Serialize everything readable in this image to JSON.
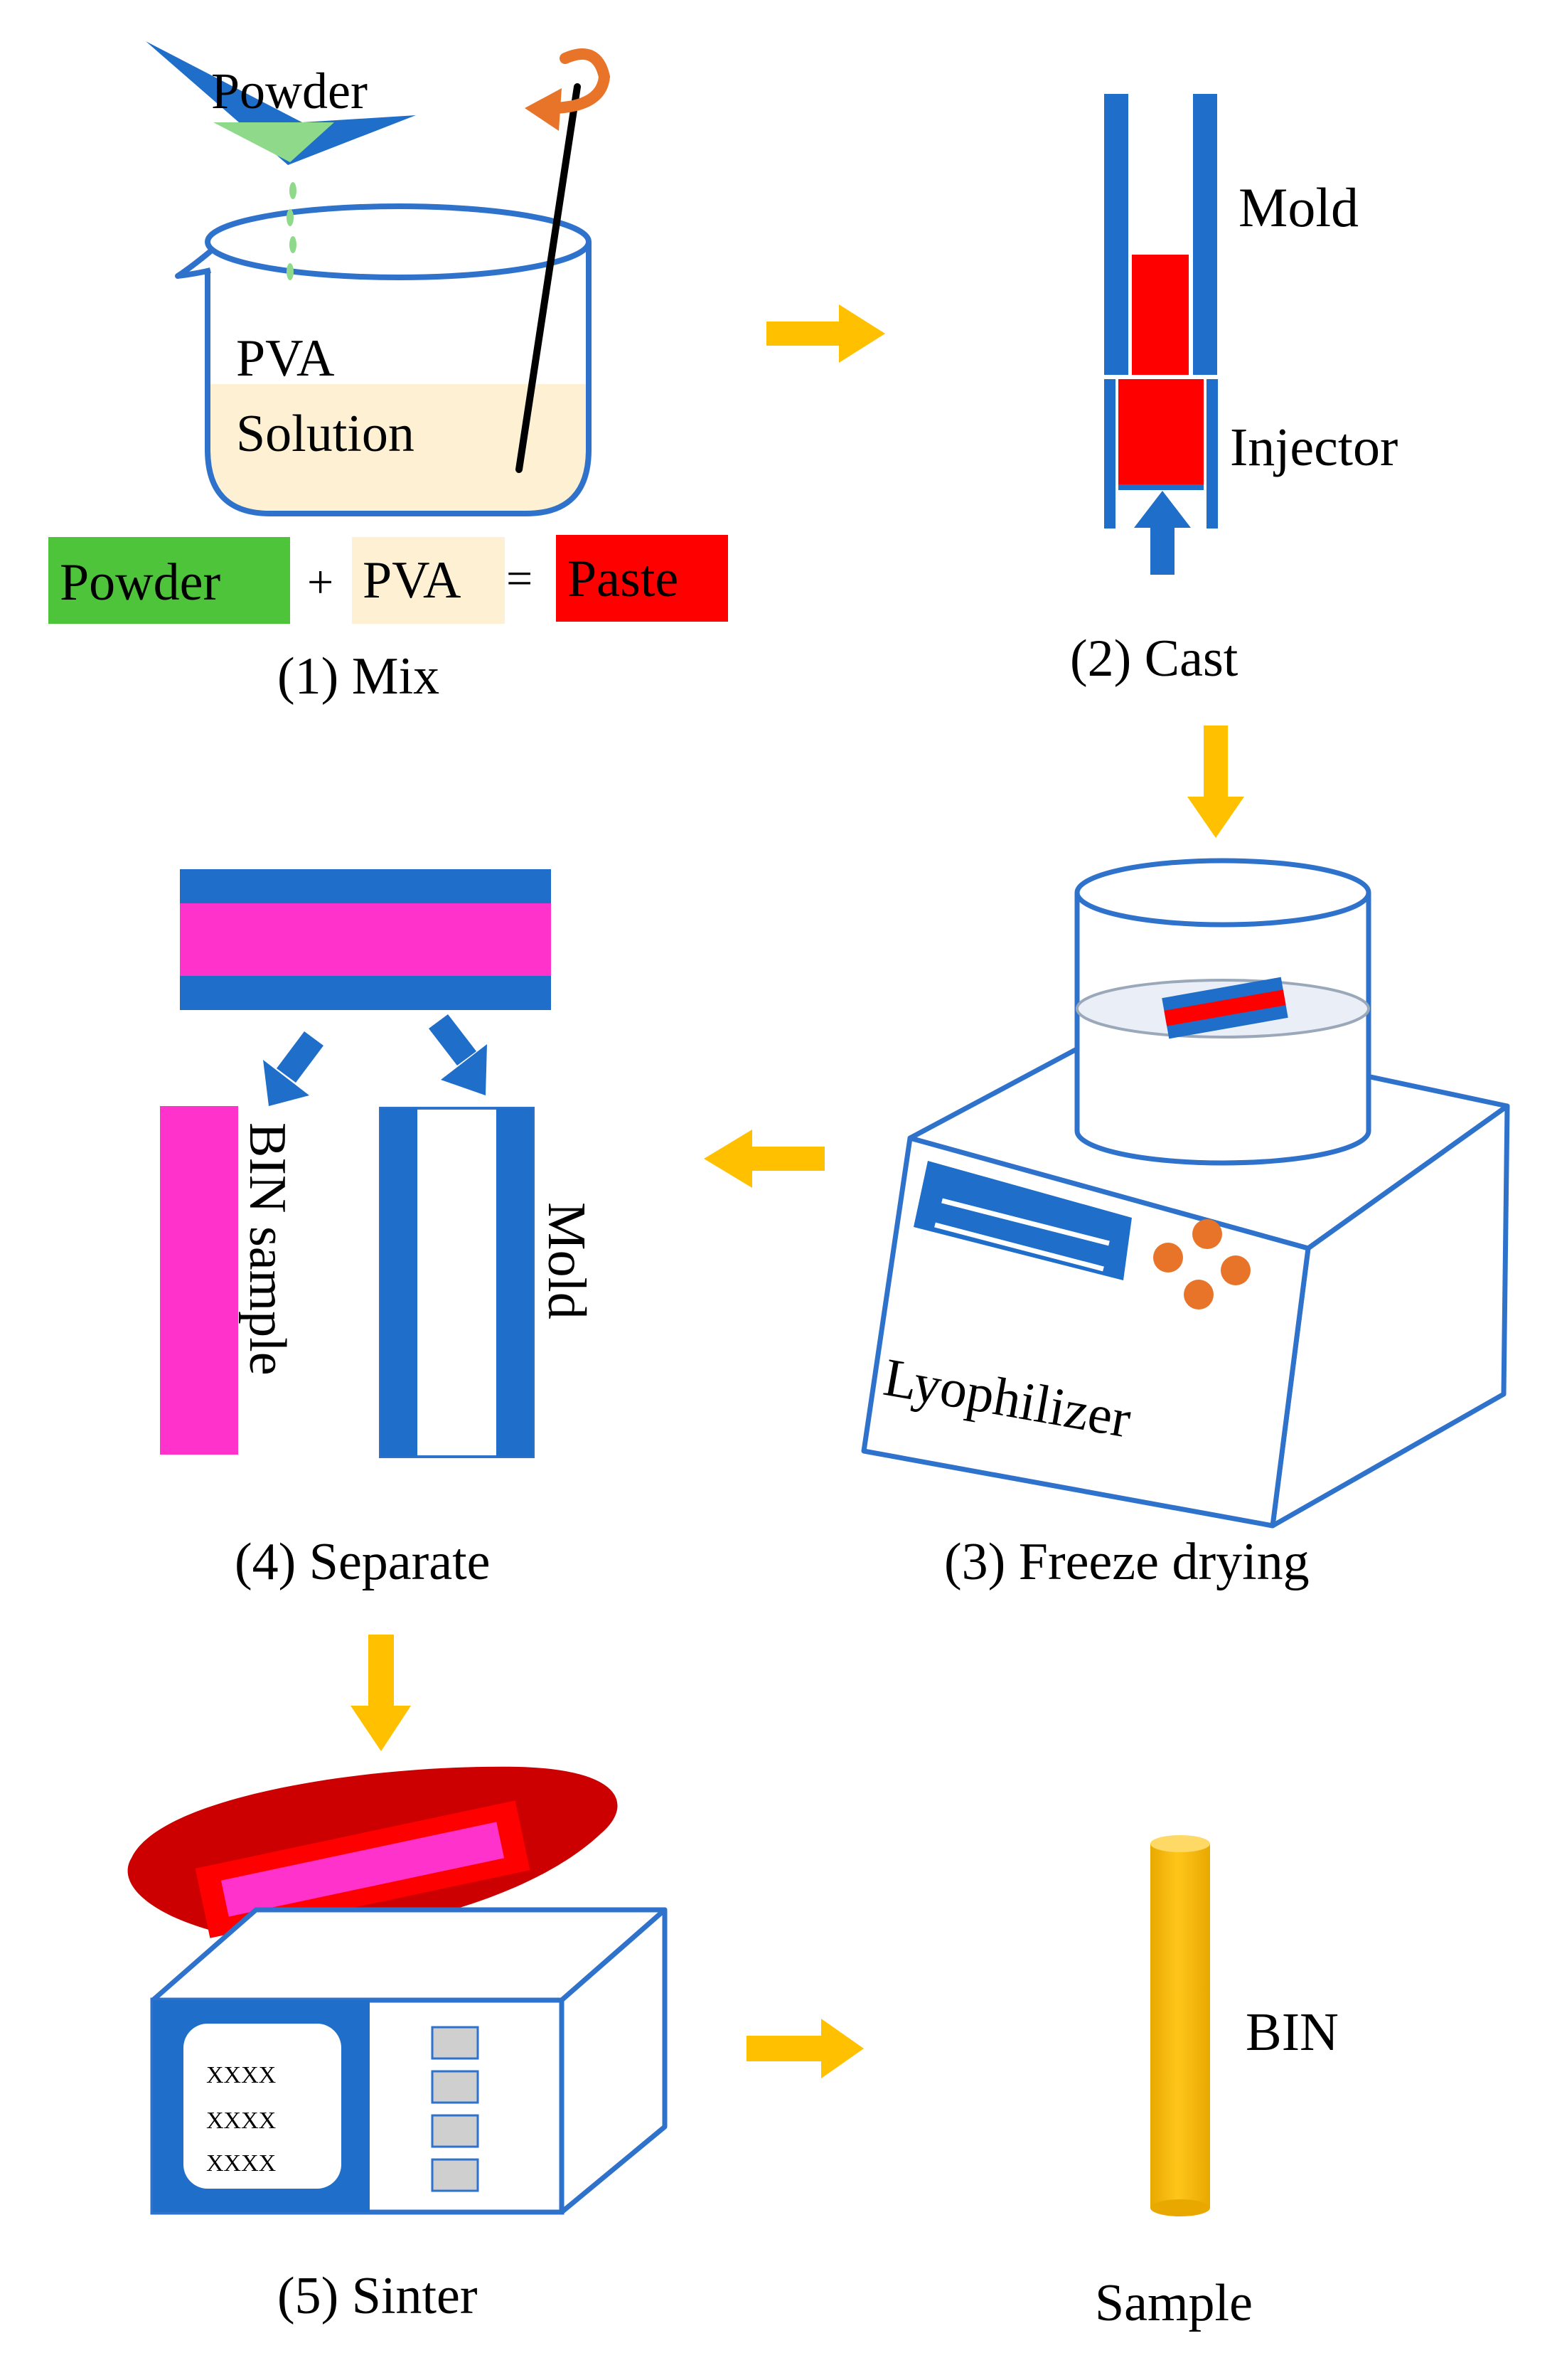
{
  "colors": {
    "blue": "#1F6EC9",
    "blue_outline": "#2E72CC",
    "red": "#FF0000",
    "dark_red": "#CC0000",
    "magenta": "#FF33CC",
    "green": "#4DC43A",
    "light_green": "#8FD98A",
    "cream": "#FDF0D3",
    "orange": "#E8742A",
    "arrow_yellow": "#FFC000",
    "gray_button": "#CFCFCF"
  },
  "step1": {
    "powder_label": "Powder",
    "solution_line1": "PVA",
    "solution_line2": "Solution",
    "equation": {
      "powder": "Powder",
      "plus": "+",
      "pva": "PVA",
      "equals": "=",
      "paste": "Paste"
    },
    "caption": "(1) Mix"
  },
  "step2": {
    "mold_label": "Mold",
    "injector_label": "Injector",
    "caption": "(2) Cast"
  },
  "step3": {
    "device_label": "Lyophilizer",
    "caption": "(3) Freeze drying"
  },
  "step4": {
    "sample_label": "BIN sample",
    "mold_label": "Mold",
    "caption": "(4) Separate"
  },
  "step5": {
    "display_lines": [
      "XXXX",
      "XXXX",
      "XXXX"
    ],
    "caption": "(5) Sinter"
  },
  "result": {
    "rod_label": "BIN",
    "caption": "Sample"
  }
}
